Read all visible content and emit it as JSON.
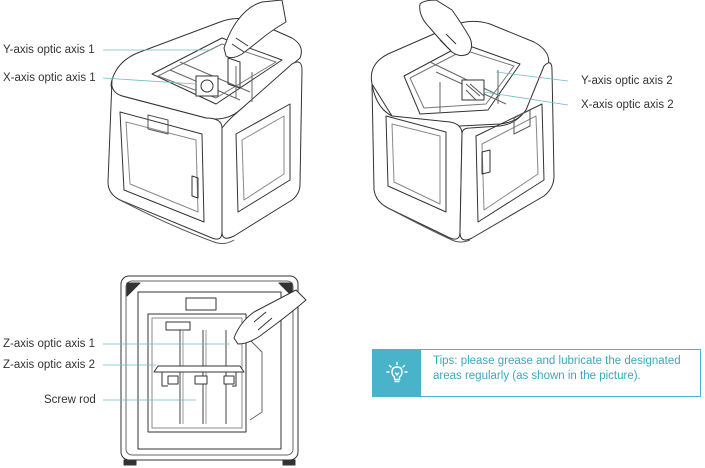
{
  "labels": {
    "y1": "Y-axis optic axis 1",
    "x1": "X-axis optic axis 1",
    "y2": "Y-axis optic axis 2",
    "x2": "X-axis optic axis 2",
    "z1": "Z-axis optic axis 1",
    "z2": "Z-axis optic axis 2",
    "screw": "Screw rod"
  },
  "tips": {
    "text": "Tips: please grease and lubricate the designated areas regularly (as shown in the picture).",
    "icon": "lightbulb-icon"
  },
  "colors": {
    "line": "#333333",
    "leader": "#6fb8c8",
    "accent": "#49b3c9"
  }
}
